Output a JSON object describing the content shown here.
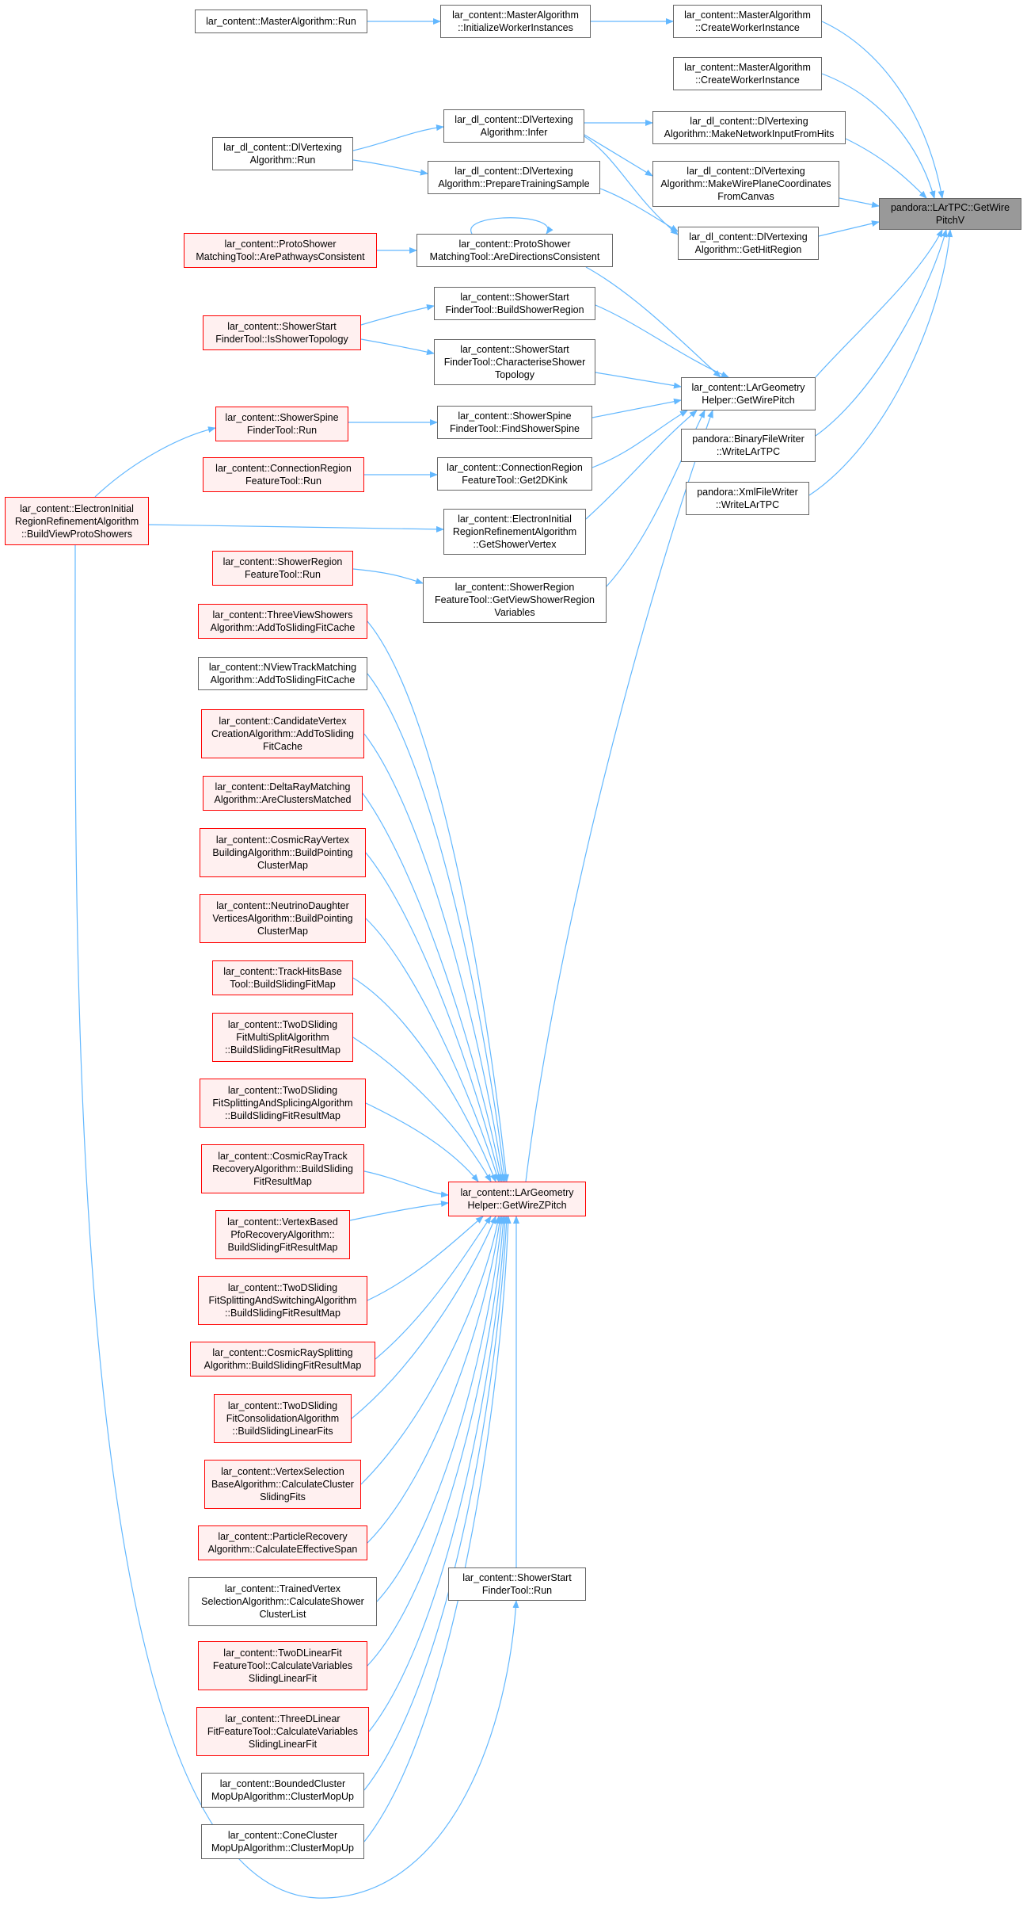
{
  "diagram": {
    "type": "doxygen-caller-graph",
    "colors": {
      "edge": "#63b8ff",
      "node_border": "#666666",
      "node_fill": "#ffffff",
      "incomplete_border": "#ff0000",
      "incomplete_fill": "#fff0f0",
      "root_fill": "#999999"
    },
    "nodes": {
      "root": "pandora::LArTPC::GetWire\nPitchV",
      "ma_run": "lar_content::MasterAlgorithm::Run",
      "ma_init": "lar_content::MasterAlgorithm\n::InitializeWorkerInstances",
      "ma_create1": "lar_content::MasterAlgorithm\n::CreateWorkerInstance",
      "ma_create2": "lar_content::MasterAlgorithm\n::CreateWorkerInstance",
      "dlv_infer": "lar_dl_content::DlVertexing\nAlgorithm::Infer",
      "dlv_run": "lar_dl_content::DlVertexing\nAlgorithm::Run",
      "dlv_prep": "lar_dl_content::DlVertexing\nAlgorithm::PrepareTrainingSample",
      "dlv_make_net": "lar_dl_content::DlVertexing\nAlgorithm::MakeNetworkInputFromHits",
      "dlv_make_wire": "lar_dl_content::DlVertexing\nAlgorithm::MakeWirePlaneCoordinates\nFromCanvas",
      "dlv_hitregion": "lar_dl_content::DlVertexing\nAlgorithm::GetHitRegion",
      "psm_pathways": "lar_content::ProtoShower\nMatchingTool::ArePathwaysConsistent",
      "psm_directions": "lar_content::ProtoShower\nMatchingTool::AreDirectionsConsistent",
      "ssf_istopo": "lar_content::ShowerStart\nFinderTool::IsShowerTopology",
      "ssf_buildregion": "lar_content::ShowerStart\nFinderTool::BuildShowerRegion",
      "ssf_characterise": "lar_content::ShowerStart\nFinderTool::CharacteriseShower\nTopology",
      "lgh_wirepitch": "lar_content::LArGeometry\nHelper::GetWirePitch",
      "bfw": "pandora::BinaryFileWriter\n::WriteLArTPC",
      "xfw": "pandora::XmlFileWriter\n::WriteLArTPC",
      "ssp_run": "lar_content::ShowerSpine\nFinderTool::Run",
      "ssp_find": "lar_content::ShowerSpine\nFinderTool::FindShowerSpine",
      "crf_run": "lar_content::ConnectionRegion\nFeatureTool::Run",
      "crf_kink": "lar_content::ConnectionRegion\nFeatureTool::Get2DKink",
      "eir_build": "lar_content::ElectronInitial\nRegionRefinementAlgorithm\n::BuildViewProtoShowers",
      "eir_vertex": "lar_content::ElectronInitial\nRegionRefinementAlgorithm\n::GetShowerVertex",
      "srf_run": "lar_content::ShowerRegion\nFeatureTool::Run",
      "srf_get": "lar_content::ShowerRegion\nFeatureTool::GetViewShowerRegion\nVariables",
      "lgh_zpitch": "lar_content::LArGeometry\nHelper::GetWireZPitch",
      "ssf_run": "lar_content::ShowerStart\nFinderTool::Run",
      "c1": "lar_content::ThreeViewShowers\nAlgorithm::AddToSlidingFitCache",
      "c2": "lar_content::NViewTrackMatching\nAlgorithm::AddToSlidingFitCache",
      "c3": "lar_content::CandidateVertex\nCreationAlgorithm::AddToSliding\nFitCache",
      "c4": "lar_content::DeltaRayMatching\nAlgorithm::AreClustersMatched",
      "c5": "lar_content::CosmicRayVertex\nBuildingAlgorithm::BuildPointing\nClusterMap",
      "c6": "lar_content::NeutrinoDaughter\nVerticesAlgorithm::BuildPointing\nClusterMap",
      "c7": "lar_content::TrackHitsBase\nTool::BuildSlidingFitMap",
      "c8": "lar_content::TwoDSliding\nFitMultiSplitAlgorithm\n::BuildSlidingFitResultMap",
      "c9": "lar_content::TwoDSliding\nFitSplittingAndSplicingAlgorithm\n::BuildSlidingFitResultMap",
      "c10": "lar_content::CosmicRayTrack\nRecoveryAlgorithm::BuildSliding\nFitResultMap",
      "c11": "lar_content::VertexBased\nPfoRecoveryAlgorithm::\nBuildSlidingFitResultMap",
      "c12": "lar_content::TwoDSliding\nFitSplittingAndSwitchingAlgorithm\n::BuildSlidingFitResultMap",
      "c13": "lar_content::CosmicRaySplitting\nAlgorithm::BuildSlidingFitResultMap",
      "c14": "lar_content::TwoDSliding\nFitConsolidationAlgorithm\n::BuildSlidingLinearFits",
      "c15": "lar_content::VertexSelection\nBaseAlgorithm::CalculateCluster\nSlidingFits",
      "c16": "lar_content::ParticleRecovery\nAlgorithm::CalculateEffectiveSpan",
      "c17": "lar_content::TrainedVertex\nSelectionAlgorithm::CalculateShower\nClusterList",
      "c18": "lar_content::TwoDLinearFit\nFeatureTool::CalculateVariables\nSlidingLinearFit",
      "c19": "lar_content::ThreeDLinear\nFitFeatureTool::CalculateVariables\nSlidingLinearFit",
      "c20": "lar_content::BoundedCluster\nMopUpAlgorithm::ClusterMopUp",
      "c21": "lar_content::ConeCluster\nMopUpAlgorithm::ClusterMopUp"
    }
  }
}
